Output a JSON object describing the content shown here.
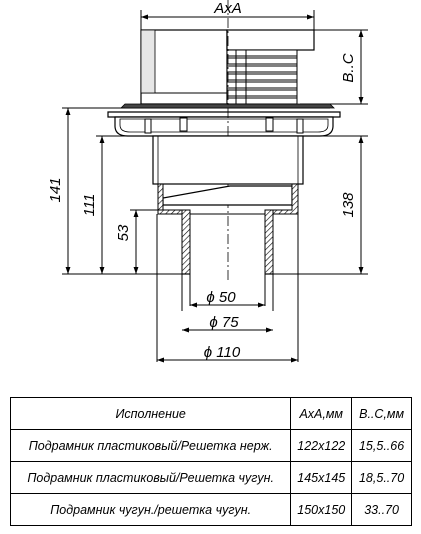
{
  "drawing": {
    "dimensions": {
      "top_width": "AxA",
      "grate_height": "B..C",
      "total_height": "141",
      "body_height": "111",
      "outlet_height": "53",
      "right_height": "138",
      "d50": "ϕ 50",
      "d75": "ϕ 75",
      "d110": "ϕ 110"
    }
  },
  "table": {
    "headers": [
      "Исполнение",
      "AxA,мм",
      "B..C,мм"
    ],
    "rows": [
      [
        "Подрамник пластиковый/Решетка нерж.",
        "122x122",
        "15,5..66"
      ],
      [
        "Подрамник пластиковый/Решетка чугун.",
        "145x145",
        "18,5..70"
      ],
      [
        "Подрамник чугун./решетка чугун.",
        "150x150",
        "33..70"
      ]
    ]
  }
}
